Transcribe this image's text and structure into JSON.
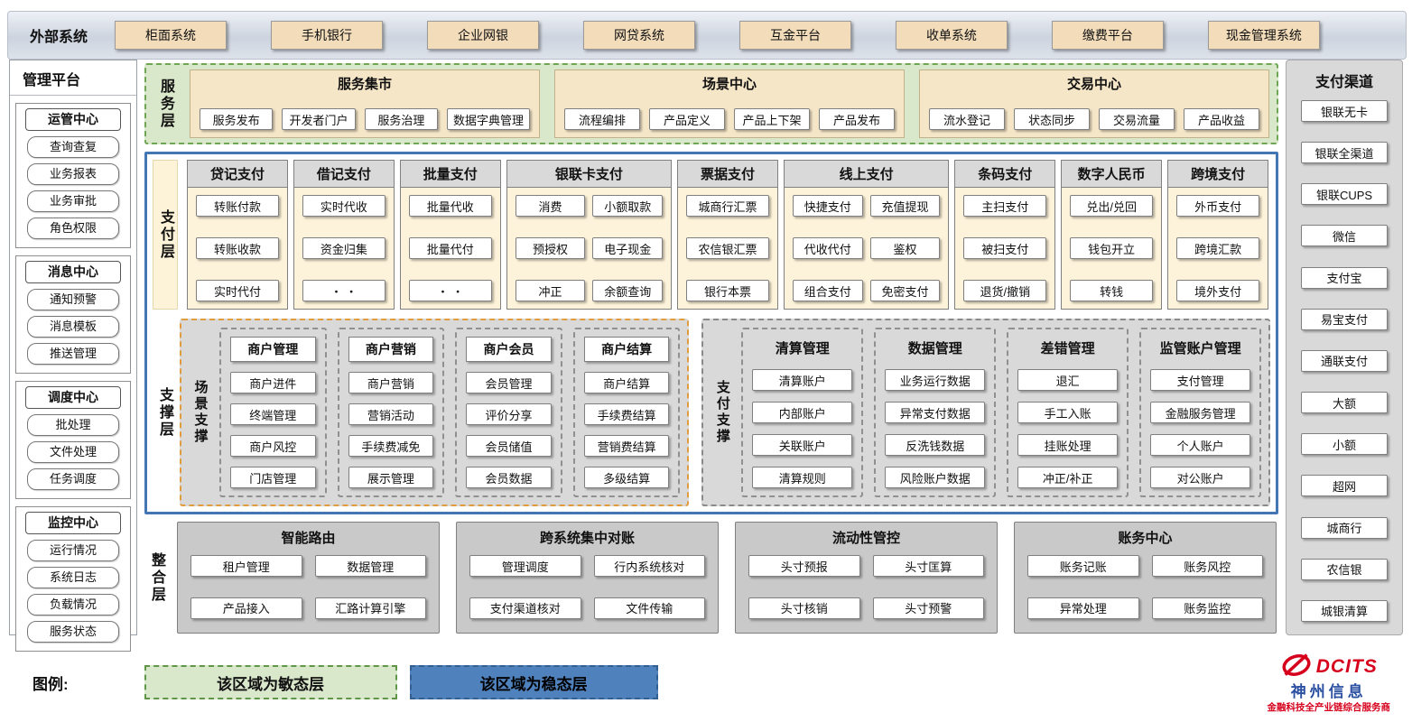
{
  "external": {
    "title": "外部系统",
    "items": [
      "柜面系统",
      "手机银行",
      "企业网银",
      "网贷系统",
      "互金平台",
      "收单系统",
      "缴费平台",
      "现金管理系统"
    ]
  },
  "management": {
    "title": "管理平台",
    "groups": [
      {
        "title": "运管中心",
        "items": [
          "查询查复",
          "业务报表",
          "业务审批",
          "角色权限"
        ]
      },
      {
        "title": "消息中心",
        "items": [
          "通知预警",
          "消息模板",
          "推送管理"
        ]
      },
      {
        "title": "调度中心",
        "items": [
          "批处理",
          "文件处理",
          "任务调度"
        ]
      },
      {
        "title": "监控中心",
        "items": [
          "运行情况",
          "系统日志",
          "负载情况",
          "服务状态"
        ]
      }
    ]
  },
  "service_layer": {
    "label": "服务层",
    "sections": [
      {
        "title": "服务集市",
        "items": [
          "服务发布",
          "开发者门户",
          "服务治理",
          "数据字典管理"
        ]
      },
      {
        "title": "场景中心",
        "items": [
          "流程编排",
          "产品定义",
          "产品上下架",
          "产品发布"
        ]
      },
      {
        "title": "交易中心",
        "items": [
          "流水登记",
          "状态同步",
          "交易流量",
          "产品收益"
        ]
      }
    ]
  },
  "payment_layer": {
    "label": "支付层",
    "columns": [
      {
        "title": "贷记支付",
        "cols": 1,
        "items": [
          "转账付款",
          "转账收款",
          "实时代付"
        ]
      },
      {
        "title": "借记支付",
        "cols": 1,
        "items": [
          "实时代收",
          "资金归集",
          "・ ・"
        ]
      },
      {
        "title": "批量支付",
        "cols": 1,
        "items": [
          "批量代收",
          "批量代付",
          "・ ・"
        ]
      },
      {
        "title": "银联卡支付",
        "cols": 2,
        "items": [
          "消费",
          "小额取款",
          "预授权",
          "电子现金",
          "冲正",
          "余额查询"
        ]
      },
      {
        "title": "票据支付",
        "cols": 1,
        "items": [
          "城商行汇票",
          "农信银汇票",
          "银行本票"
        ]
      },
      {
        "title": "线上支付",
        "cols": 2,
        "items": [
          "快捷支付",
          "充值提现",
          "代收代付",
          "鉴权",
          "组合支付",
          "免密支付"
        ]
      },
      {
        "title": "条码支付",
        "cols": 1,
        "items": [
          "主扫支付",
          "被扫支付",
          "退货/撤销"
        ]
      },
      {
        "title": "数字人民币",
        "cols": 1,
        "items": [
          "兑出/兑回",
          "钱包开立",
          "转钱"
        ]
      },
      {
        "title": "跨境支付",
        "cols": 1,
        "items": [
          "外币支付",
          "跨境汇款",
          "境外支付"
        ]
      }
    ]
  },
  "support_layer": {
    "label": "支撑层",
    "scene": {
      "label": "场景支撑",
      "columns": [
        {
          "title": "商户管理",
          "items": [
            "商户进件",
            "终端管理",
            "商户风控",
            "门店管理"
          ]
        },
        {
          "title": "商户营销",
          "items": [
            "商户营销",
            "营销活动",
            "手续费减免",
            "展示管理"
          ]
        },
        {
          "title": "商户会员",
          "items": [
            "会员管理",
            "评价分享",
            "会员储值",
            "会员数据"
          ]
        },
        {
          "title": "商户结算",
          "items": [
            "商户结算",
            "手续费结算",
            "营销费结算",
            "多级结算"
          ]
        }
      ]
    },
    "payment": {
      "label": "支付支撑",
      "columns": [
        {
          "title": "清算管理",
          "items": [
            "清算账户",
            "内部账户",
            "关联账户",
            "清算规则"
          ]
        },
        {
          "title": "数据管理",
          "items": [
            "业务运行数据",
            "异常支付数据",
            "反洗钱数据",
            "风险账户数据"
          ]
        },
        {
          "title": "差错管理",
          "items": [
            "退汇",
            "手工入账",
            "挂账处理",
            "冲正/补正"
          ]
        },
        {
          "title": "监管账户管理",
          "items": [
            "支付管理",
            "金融服务管理",
            "个人账户",
            "对公账户"
          ]
        }
      ]
    }
  },
  "integration_layer": {
    "label": "整合层",
    "sections": [
      {
        "title": "智能路由",
        "items": [
          "租户管理",
          "数据管理",
          "产品接入",
          "汇路计算引擎"
        ]
      },
      {
        "title": "跨系统集中对账",
        "items": [
          "管理调度",
          "行内系统核对",
          "支付渠道核对",
          "文件传输"
        ]
      },
      {
        "title": "流动性管控",
        "items": [
          "头寸预报",
          "头寸匡算",
          "头寸核销",
          "头寸预警"
        ]
      },
      {
        "title": "账务中心",
        "items": [
          "账务记账",
          "账务风控",
          "异常处理",
          "账务监控"
        ]
      }
    ]
  },
  "channels": {
    "title": "支付渠道",
    "items": [
      "银联无卡",
      "银联全渠道",
      "银联CUPS",
      "微信",
      "支付宝",
      "易宝支付",
      "通联支付",
      "大额",
      "小额",
      "超网",
      "城商行",
      "农信银",
      "城银清算"
    ]
  },
  "legend": {
    "label": "图例:",
    "agile": "该区域为敏态层",
    "stable": "该区域为稳态层"
  },
  "logo": {
    "brand": "DCITS",
    "name": "神州信息",
    "tagline": "金融科技全产业链综合服务商"
  },
  "colors": {
    "agile_green": "#d9e7cb",
    "stable_blue": "#4f81bd",
    "accent_tan": "#f2dcba",
    "brand_red": "#d6001c",
    "brand_blue": "#2b50a1"
  }
}
